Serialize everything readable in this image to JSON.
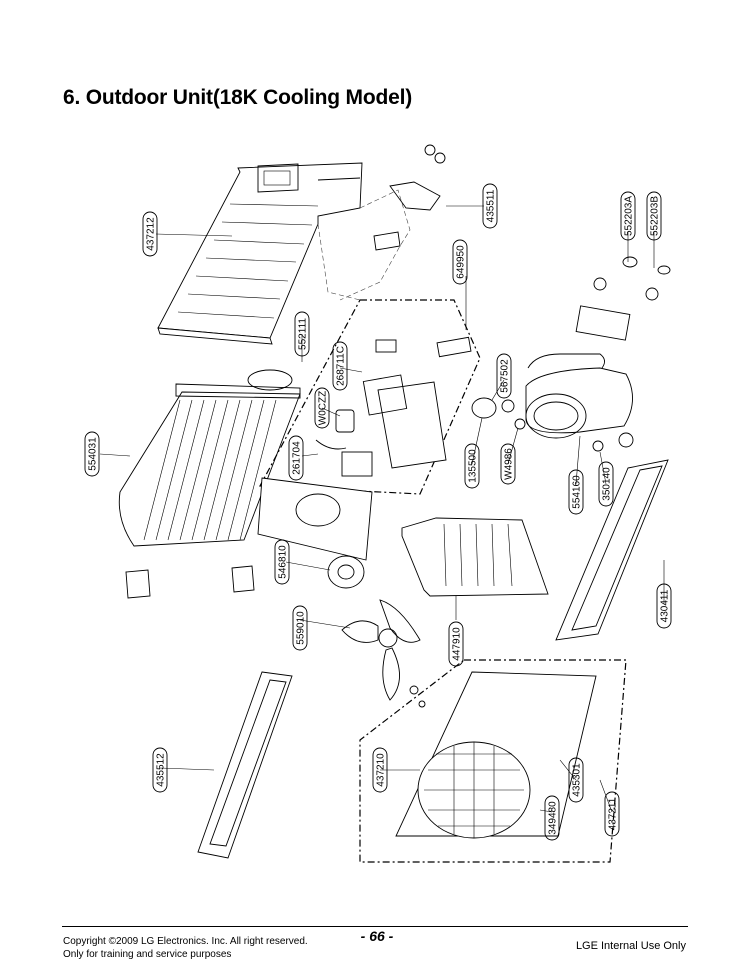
{
  "page": {
    "title": "6. Outdoor Unit(18K Cooling Model)",
    "page_number": "- 66 -",
    "footer_left_line1": "Copyright ©2009 LG Electronics. Inc. All right reserved.",
    "footer_left_line2": "Only for training and service purposes",
    "footer_right": "LGE Internal Use Only"
  },
  "parts": {
    "p437212": "437212",
    "p554031": "554031",
    "p552111": "552111",
    "p268711c": "268711C",
    "pW0CZZ": "W0CZZ",
    "p261704": "261704",
    "p649950": "649950",
    "p435511": "435511",
    "p552203a": "552203A",
    "p552203b": "552203B",
    "p567502": "567502",
    "p135500": "135500",
    "pW4986": "W4986",
    "p554160": "554160",
    "p350140": "350140",
    "p546810": "546810",
    "p559010": "559010",
    "p447910": "447910",
    "p430411": "430411",
    "p435512": "435512",
    "p437210": "437210",
    "p435301": "435301",
    "p349480": "349480",
    "p437211": "437211"
  }
}
